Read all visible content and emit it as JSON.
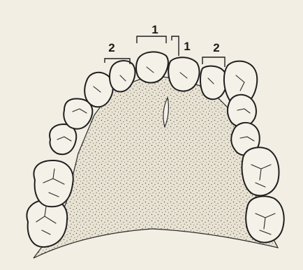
{
  "figure": {
    "labels": {
      "central_left": "1",
      "central_right": "1",
      "lateral_left": "2",
      "lateral_right": "2"
    },
    "colors": {
      "page_background": "#f2eee4",
      "palate_fill": "#e9e3d4",
      "stipple": "#5a5650",
      "outline": "#1f1f1f"
    }
  }
}
